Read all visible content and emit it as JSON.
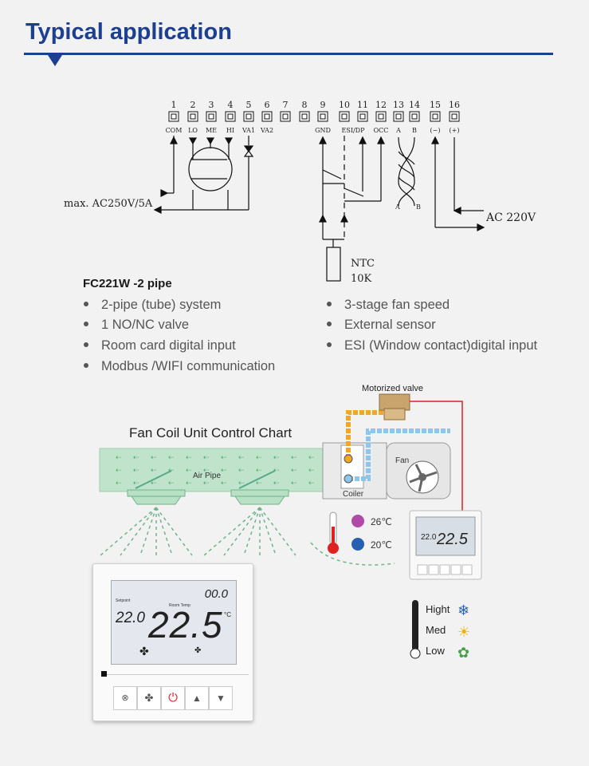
{
  "header": {
    "title": "Typical application"
  },
  "wiring": {
    "terminal_numbers": [
      "1",
      "2",
      "3",
      "4",
      "5",
      "6",
      "7",
      "8",
      "9",
      "10",
      "11",
      "12",
      "13",
      "14",
      "15",
      "16"
    ],
    "terminal_labels": [
      "COM",
      "LO",
      "ME",
      "HI",
      "VA1",
      "VA2",
      "GND",
      "ESI/DP",
      "OCC",
      "A",
      "B",
      "(−)",
      "(+)"
    ],
    "power_in": "max. AC250V/5A",
    "power_supply": "AC  220V",
    "sensor": [
      "NTC",
      "10K"
    ],
    "twisted_pair_a": "A",
    "twisted_pair_b": "B"
  },
  "spec": {
    "model": "FC221W -2 pipe",
    "features_left": [
      "2-pipe (tube) system",
      "1 NO/NC valve",
      "Room card digital input",
      "Modbus /WIFI communication"
    ],
    "features_right": [
      "3-stage fan speed",
      "External sensor",
      "ESI (Window contact)digital input"
    ]
  },
  "fcu": {
    "chart_title": "Fan Coil Unit Control Chart",
    "air_pipe": "Air Pipe",
    "valve": "Motorized valve",
    "fan": "Fan",
    "coiler": "Coiler",
    "temps": [
      "26℃",
      "20℃"
    ],
    "speeds": [
      "Hight",
      "Med",
      "Low"
    ]
  },
  "thermostat_large": {
    "setpoint": "22.0",
    "room": "22.5",
    "unit": "°C",
    "time": "00.0",
    "setpoint_label": "Setpoint",
    "room_label": "Room Temp"
  },
  "thermostat_small": {
    "setpoint": "22.0",
    "room": "22.5"
  },
  "colors": {
    "brand": "#1d3f91",
    "hot_pipe": "#f5a623",
    "cold_pipe": "#8ec5ec",
    "red_wire": "#e02020",
    "air": "#b8e0c4",
    "arrow": "#5aa870"
  }
}
